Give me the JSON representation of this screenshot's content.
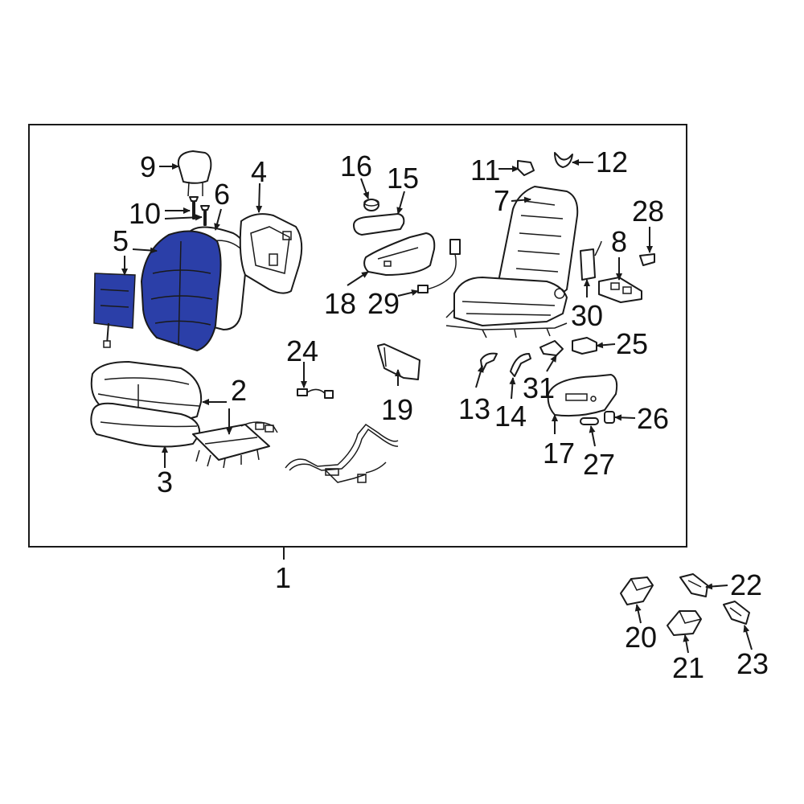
{
  "colors": {
    "highlight": "#2b3fa8",
    "line": "#1a1a1a",
    "background": "#ffffff"
  },
  "callouts": {
    "c1": "1",
    "c2": "2",
    "c3": "3",
    "c4": "4",
    "c5": "5",
    "c6": "6",
    "c7": "7",
    "c8": "8",
    "c9": "9",
    "c10": "10",
    "c11": "11",
    "c12": "12",
    "c13": "13",
    "c14": "14",
    "c15": "15",
    "c16": "16",
    "c17": "17",
    "c18": "18",
    "c19": "19",
    "c20": "20",
    "c21": "21",
    "c22": "22",
    "c23": "23",
    "c24": "24",
    "c25": "25",
    "c26": "26",
    "c27": "27",
    "c28": "28",
    "c29": "29",
    "c30": "30",
    "c31": "31"
  }
}
